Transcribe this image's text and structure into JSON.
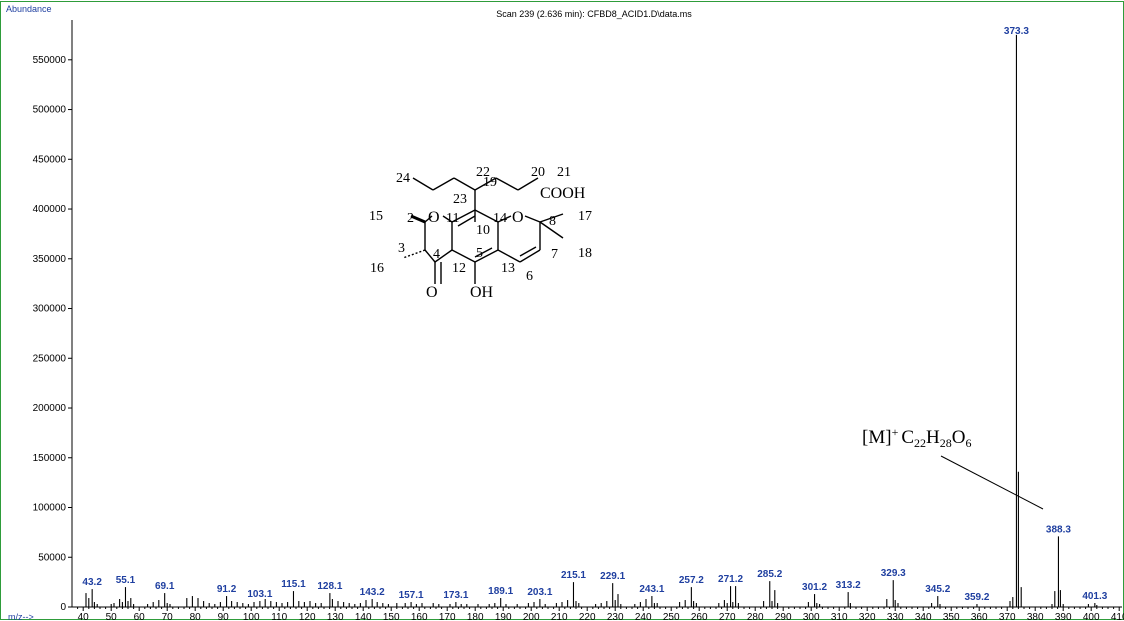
{
  "chart_data": {
    "type": "bar",
    "title": "Scan 239 (2.636 min): CFBD8_ACID1.D\\data.ms",
    "ylabel": "Abundance",
    "xlabel": "m/z-->",
    "xlim": [
      36,
      411
    ],
    "ylim": [
      0,
      590000
    ],
    "grid": false,
    "legend": "none",
    "y_ticks": [
      0,
      50000,
      100000,
      150000,
      200000,
      250000,
      300000,
      350000,
      400000,
      450000,
      500000,
      550000
    ],
    "x_ticks": [
      40,
      50,
      60,
      70,
      80,
      90,
      100,
      110,
      120,
      130,
      140,
      150,
      160,
      170,
      180,
      190,
      200,
      210,
      220,
      230,
      240,
      250,
      260,
      270,
      280,
      290,
      300,
      310,
      320,
      330,
      340,
      350,
      360,
      370,
      380,
      390,
      400,
      410
    ],
    "x_tick_labels": [
      "40",
      "50",
      "60",
      "70",
      "80",
      "90",
      "100",
      "110",
      "120",
      "130",
      "140",
      "150",
      "160",
      "170",
      "180",
      "190",
      "200",
      "210",
      "220",
      "230",
      "240",
      "250",
      "260",
      "270",
      "280",
      "290",
      "300",
      "310",
      "320",
      "330",
      "340",
      "350",
      "360",
      "370",
      "380",
      "390",
      "400",
      "410"
    ],
    "peaks": [
      {
        "mz": 41,
        "y": 14000
      },
      {
        "mz": 42,
        "y": 9000
      },
      {
        "mz": 43.2,
        "y": 18000
      },
      {
        "mz": 44,
        "y": 5000
      },
      {
        "mz": 45,
        "y": 3000
      },
      {
        "mz": 50,
        "y": 3000
      },
      {
        "mz": 51,
        "y": 4000
      },
      {
        "mz": 53,
        "y": 8000
      },
      {
        "mz": 54,
        "y": 5000
      },
      {
        "mz": 55.1,
        "y": 20000
      },
      {
        "mz": 56,
        "y": 6000
      },
      {
        "mz": 57,
        "y": 9000
      },
      {
        "mz": 58,
        "y": 3000
      },
      {
        "mz": 63,
        "y": 3000
      },
      {
        "mz": 65,
        "y": 5000
      },
      {
        "mz": 67,
        "y": 7000
      },
      {
        "mz": 69.1,
        "y": 14000
      },
      {
        "mz": 70,
        "y": 4000
      },
      {
        "mz": 71,
        "y": 3000
      },
      {
        "mz": 77,
        "y": 9000
      },
      {
        "mz": 79,
        "y": 11000
      },
      {
        "mz": 81,
        "y": 9000
      },
      {
        "mz": 83,
        "y": 6000
      },
      {
        "mz": 85,
        "y": 4000
      },
      {
        "mz": 87,
        "y": 3000
      },
      {
        "mz": 89,
        "y": 5000
      },
      {
        "mz": 91.2,
        "y": 11000
      },
      {
        "mz": 93,
        "y": 6000
      },
      {
        "mz": 95,
        "y": 5000
      },
      {
        "mz": 97,
        "y": 4000
      },
      {
        "mz": 99,
        "y": 3000
      },
      {
        "mz": 101,
        "y": 5000
      },
      {
        "mz": 103.1,
        "y": 6000
      },
      {
        "mz": 105,
        "y": 8000
      },
      {
        "mz": 107,
        "y": 6000
      },
      {
        "mz": 109,
        "y": 5000
      },
      {
        "mz": 111,
        "y": 4000
      },
      {
        "mz": 113,
        "y": 5000
      },
      {
        "mz": 115.1,
        "y": 16000
      },
      {
        "mz": 117,
        "y": 6000
      },
      {
        "mz": 119,
        "y": 5000
      },
      {
        "mz": 121,
        "y": 6000
      },
      {
        "mz": 123,
        "y": 4000
      },
      {
        "mz": 125,
        "y": 4000
      },
      {
        "mz": 128.1,
        "y": 14000
      },
      {
        "mz": 129,
        "y": 8000
      },
      {
        "mz": 131,
        "y": 6000
      },
      {
        "mz": 133,
        "y": 5000
      },
      {
        "mz": 135,
        "y": 4000
      },
      {
        "mz": 137,
        "y": 3000
      },
      {
        "mz": 139,
        "y": 4000
      },
      {
        "mz": 141,
        "y": 7000
      },
      {
        "mz": 143.2,
        "y": 8000
      },
      {
        "mz": 145,
        "y": 5000
      },
      {
        "mz": 147,
        "y": 4000
      },
      {
        "mz": 149,
        "y": 3000
      },
      {
        "mz": 152,
        "y": 4000
      },
      {
        "mz": 155,
        "y": 4000
      },
      {
        "mz": 157.1,
        "y": 5000
      },
      {
        "mz": 159,
        "y": 3000
      },
      {
        "mz": 161,
        "y": 4000
      },
      {
        "mz": 165,
        "y": 4000
      },
      {
        "mz": 167,
        "y": 3000
      },
      {
        "mz": 171,
        "y": 3000
      },
      {
        "mz": 173.1,
        "y": 5000
      },
      {
        "mz": 175,
        "y": 3000
      },
      {
        "mz": 177,
        "y": 3000
      },
      {
        "mz": 181,
        "y": 3000
      },
      {
        "mz": 185,
        "y": 3000
      },
      {
        "mz": 187,
        "y": 4000
      },
      {
        "mz": 189.1,
        "y": 9000
      },
      {
        "mz": 191,
        "y": 3000
      },
      {
        "mz": 195,
        "y": 3000
      },
      {
        "mz": 199,
        "y": 4000
      },
      {
        "mz": 201,
        "y": 5000
      },
      {
        "mz": 203.1,
        "y": 8000
      },
      {
        "mz": 205,
        "y": 3000
      },
      {
        "mz": 209,
        "y": 4000
      },
      {
        "mz": 211,
        "y": 5000
      },
      {
        "mz": 213,
        "y": 7000
      },
      {
        "mz": 215.1,
        "y": 25000
      },
      {
        "mz": 216,
        "y": 6000
      },
      {
        "mz": 217,
        "y": 4000
      },
      {
        "mz": 223,
        "y": 3000
      },
      {
        "mz": 225,
        "y": 4000
      },
      {
        "mz": 227,
        "y": 6000
      },
      {
        "mz": 229.1,
        "y": 24000
      },
      {
        "mz": 230,
        "y": 7000
      },
      {
        "mz": 231,
        "y": 13000
      },
      {
        "mz": 232,
        "y": 3000
      },
      {
        "mz": 237,
        "y": 3000
      },
      {
        "mz": 239,
        "y": 5000
      },
      {
        "mz": 241,
        "y": 8000
      },
      {
        "mz": 243.1,
        "y": 11000
      },
      {
        "mz": 244,
        "y": 4000
      },
      {
        "mz": 245,
        "y": 4000
      },
      {
        "mz": 253,
        "y": 5000
      },
      {
        "mz": 255,
        "y": 7000
      },
      {
        "mz": 257.2,
        "y": 20000
      },
      {
        "mz": 258,
        "y": 6000
      },
      {
        "mz": 259,
        "y": 4000
      },
      {
        "mz": 267,
        "y": 4000
      },
      {
        "mz": 269,
        "y": 7000
      },
      {
        "mz": 270,
        "y": 4000
      },
      {
        "mz": 271.2,
        "y": 21000
      },
      {
        "mz": 272,
        "y": 5000
      },
      {
        "mz": 273,
        "y": 21000
      },
      {
        "mz": 274,
        "y": 4000
      },
      {
        "mz": 283,
        "y": 6000
      },
      {
        "mz": 285.2,
        "y": 26000
      },
      {
        "mz": 286,
        "y": 6000
      },
      {
        "mz": 287,
        "y": 17000
      },
      {
        "mz": 288,
        "y": 4000
      },
      {
        "mz": 299,
        "y": 5000
      },
      {
        "mz": 301.2,
        "y": 13000
      },
      {
        "mz": 302,
        "y": 4000
      },
      {
        "mz": 303,
        "y": 3000
      },
      {
        "mz": 313.2,
        "y": 15000
      },
      {
        "mz": 314,
        "y": 4000
      },
      {
        "mz": 327,
        "y": 8000
      },
      {
        "mz": 329.3,
        "y": 27000
      },
      {
        "mz": 330,
        "y": 7000
      },
      {
        "mz": 331,
        "y": 4000
      },
      {
        "mz": 343,
        "y": 4000
      },
      {
        "mz": 345.2,
        "y": 11000
      },
      {
        "mz": 346,
        "y": 3000
      },
      {
        "mz": 359.2,
        "y": 3000
      },
      {
        "mz": 371,
        "y": 6000
      },
      {
        "mz": 372,
        "y": 10000
      },
      {
        "mz": 373.3,
        "y": 575000
      },
      {
        "mz": 374,
        "y": 136000
      },
      {
        "mz": 375,
        "y": 20000
      },
      {
        "mz": 386,
        "y": 3000
      },
      {
        "mz": 387,
        "y": 16000
      },
      {
        "mz": 388.3,
        "y": 71000
      },
      {
        "mz": 389,
        "y": 17000
      },
      {
        "mz": 390,
        "y": 3000
      },
      {
        "mz": 399,
        "y": 3000
      },
      {
        "mz": 401.3,
        "y": 4000
      },
      {
        "mz": 402,
        "y": 2000
      }
    ],
    "peak_labels": [
      {
        "text": "43.2",
        "mz": 43.2,
        "y": 18000
      },
      {
        "text": "55.1",
        "mz": 55.1,
        "y": 20000
      },
      {
        "text": "69.1",
        "mz": 69.1,
        "y": 14000
      },
      {
        "text": "91.2",
        "mz": 91.2,
        "y": 11000
      },
      {
        "text": "103.1",
        "mz": 103.1,
        "y": 6000
      },
      {
        "text": "115.1",
        "mz": 115.1,
        "y": 16000
      },
      {
        "text": "128.1",
        "mz": 128.1,
        "y": 14000
      },
      {
        "text": "143.2",
        "mz": 143.2,
        "y": 8000
      },
      {
        "text": "157.1",
        "mz": 157.1,
        "y": 5000
      },
      {
        "text": "173.1",
        "mz": 173.1,
        "y": 5000
      },
      {
        "text": "189.1",
        "mz": 189.1,
        "y": 9000
      },
      {
        "text": "203.1",
        "mz": 203.1,
        "y": 8000
      },
      {
        "text": "215.1",
        "mz": 215.1,
        "y": 25000
      },
      {
        "text": "229.1",
        "mz": 229.1,
        "y": 24000
      },
      {
        "text": "243.1",
        "mz": 243.1,
        "y": 11000
      },
      {
        "text": "257.2",
        "mz": 257.2,
        "y": 20000
      },
      {
        "text": "271.2",
        "mz": 271.2,
        "y": 21000
      },
      {
        "text": "285.2",
        "mz": 285.2,
        "y": 26000
      },
      {
        "text": "301.2",
        "mz": 301.2,
        "y": 13000
      },
      {
        "text": "313.2",
        "mz": 313.2,
        "y": 15000
      },
      {
        "text": "329.3",
        "mz": 329.3,
        "y": 27000
      },
      {
        "text": "345.2",
        "mz": 345.2,
        "y": 11000
      },
      {
        "text": "359.2",
        "mz": 359.2,
        "y": 3000
      },
      {
        "text": "373.3",
        "mz": 373.3,
        "y": 575000
      },
      {
        "text": "388.3",
        "mz": 388.3,
        "y": 71000
      },
      {
        "text": "401.3",
        "mz": 401.3,
        "y": 4000
      }
    ],
    "annotation": {
      "ion": "[M]",
      "charge": "+",
      "formula": "C22H28O6"
    },
    "structure_labels": [
      "24",
      "22",
      "20",
      "21",
      "19",
      "23",
      "COOH",
      "15",
      "2",
      "O",
      "11",
      "10",
      "14",
      "O",
      "8",
      "17",
      "18",
      "3",
      "5",
      "7",
      "4",
      "12",
      "13",
      "6",
      "16",
      "O",
      "OH"
    ]
  }
}
